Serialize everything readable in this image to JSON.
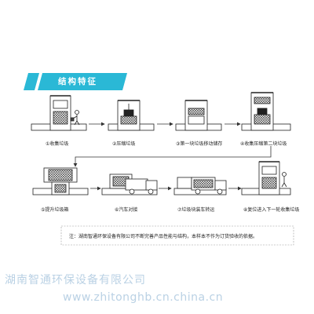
{
  "header": {
    "title": "结构特征",
    "accent_color": "#2ab8d6"
  },
  "steps": [
    {
      "id": 1,
      "caption": "①收集垃圾"
    },
    {
      "id": 2,
      "caption": "②压缩垃圾"
    },
    {
      "id": 3,
      "caption": "③第一块垃圾移动储存"
    },
    {
      "id": 4,
      "caption": "④收集压缩第二块垃圾"
    },
    {
      "id": 5,
      "caption": "⑤提升垃圾箱"
    },
    {
      "id": 6,
      "caption": "⑥汽车对接"
    },
    {
      "id": 7,
      "caption": "⑦垃圾块装车转运"
    },
    {
      "id": 8,
      "caption": "⑧复位进入下一轮收集垃圾"
    }
  ],
  "note": "注：湖南智通环保设备有限公司不断完善产品性能与结构，本样本不作为订货验收的依据。",
  "watermark": {
    "company": "湖南智通环保设备有限公司",
    "url": "www.zhitonghb.cn.china.cn"
  }
}
